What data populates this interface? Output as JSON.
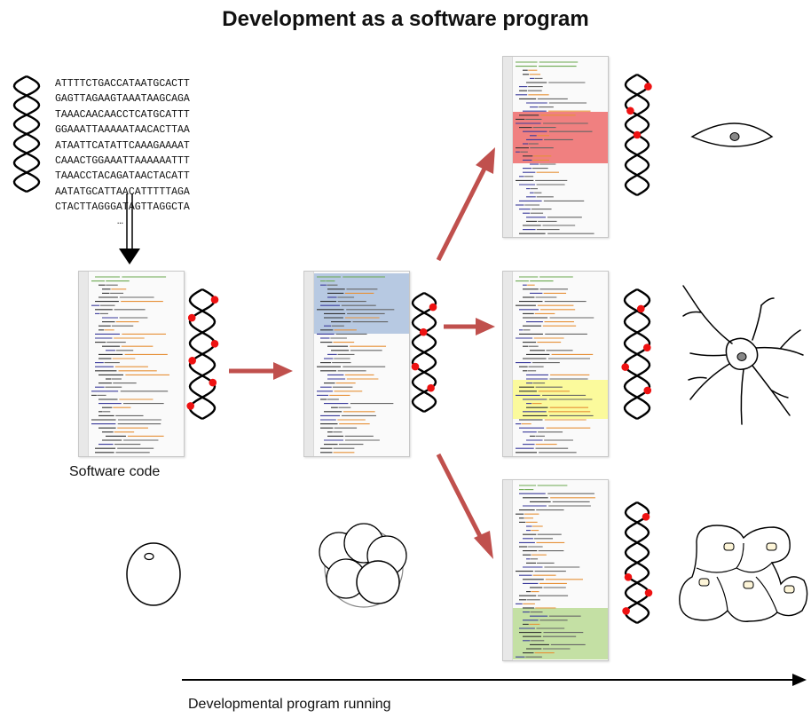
{
  "title": "Development as a software program",
  "genome": {
    "sequence_lines": [
      "ATTTTCTGACCATAATGCACTT",
      "GAGTTAGAAGTAAATAAGCAGA",
      "TAAACAACAACCTCATGCATTT",
      "GGAAATTAAAAATAACACTTAA",
      "ATAATTCATATTCAAAGAAAAT",
      "CAAACTGGAAATTAAAAAATTT",
      "TAAACCTACAGATAACTACATT",
      "AATATGCATTAACATTTTTAGA",
      "CTACTTAGGGATAGTTAGGCTA"
    ],
    "ellipsis": "…"
  },
  "captions": {
    "software_code": "Software code",
    "program_running": "Developmental program running"
  },
  "colors": {
    "arrow": "#c0504d",
    "highlight_blue": "#b7c9e2",
    "highlight_red": "#f08080",
    "highlight_yellow": "#fbfa9c",
    "highlight_green": "#c4e0a4",
    "methylation_mark": "#ee1111",
    "code_green": "#6aa84f",
    "code_orange": "#e69138"
  },
  "icons": [
    "dna-helix-icon",
    "fertilized-egg-icon",
    "cleavage-embryo-icon",
    "muscle-cell-icon",
    "neuron-icon",
    "epithelial-cells-icon"
  ]
}
